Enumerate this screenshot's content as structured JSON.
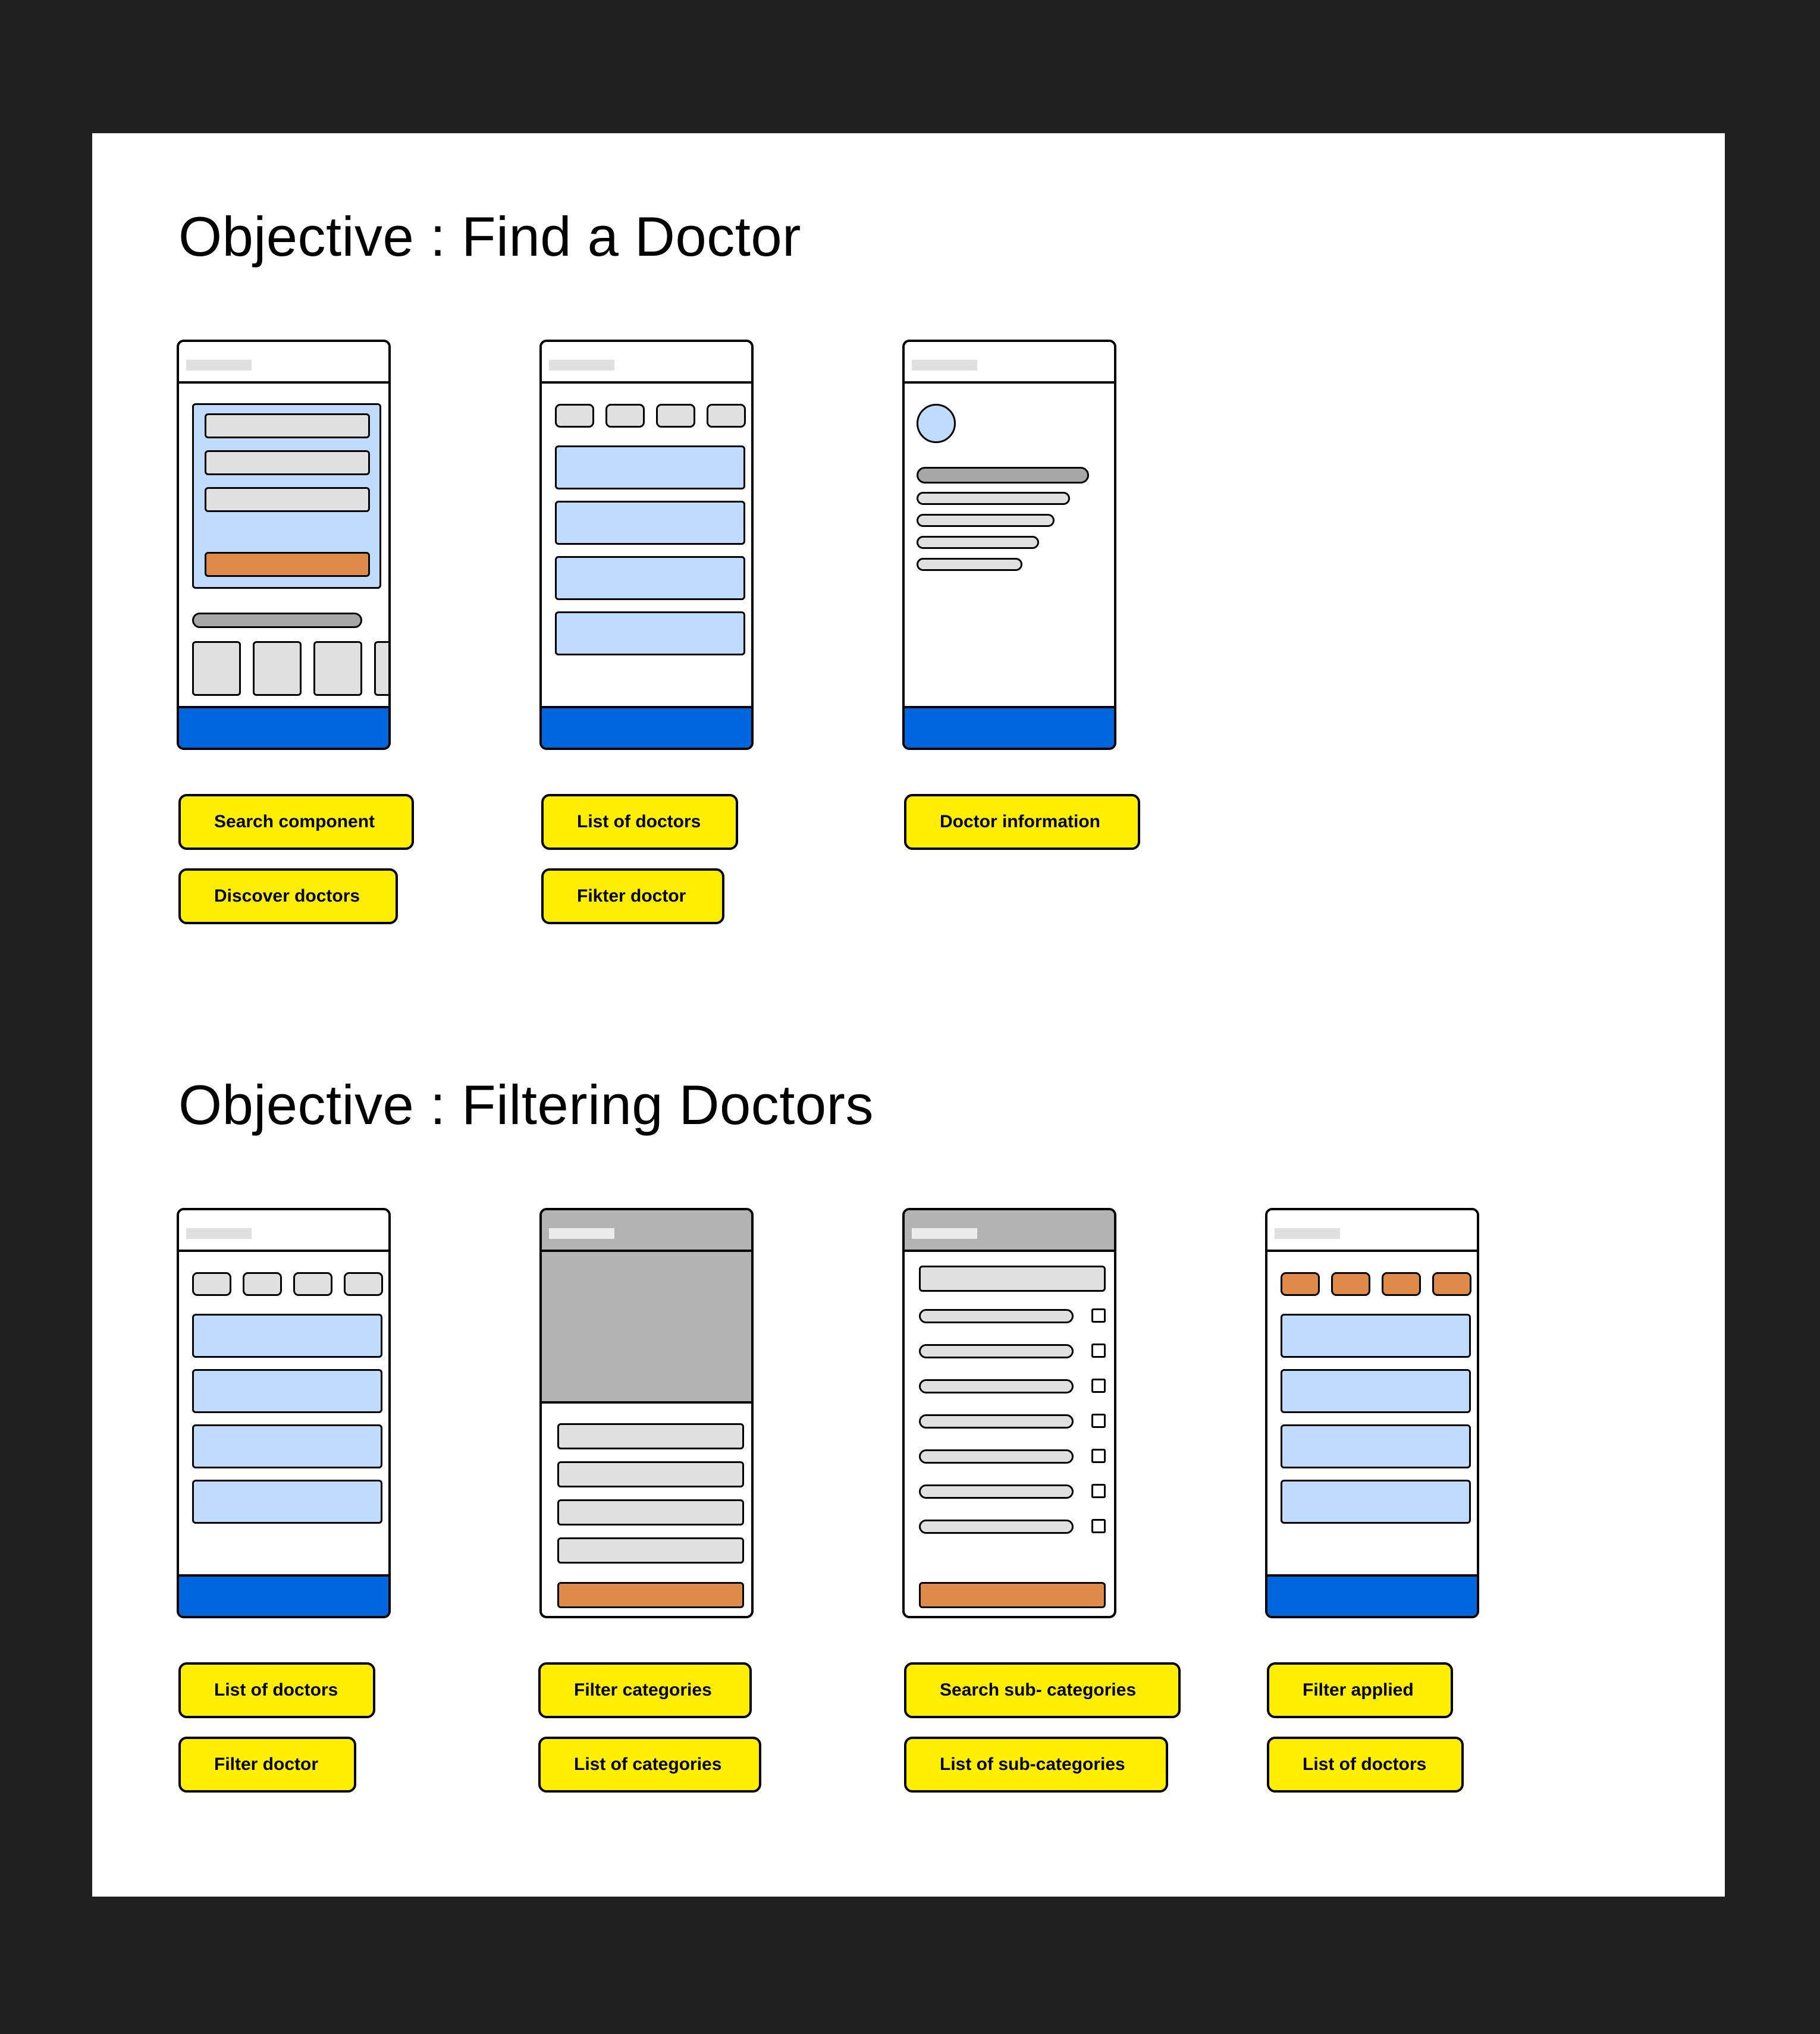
{
  "sections": [
    {
      "title": "Objective : Find a Doctor"
    },
    {
      "title": "Objective : Filtering Doctors"
    }
  ],
  "labels": {
    "find_doctor": [
      [
        "Search component",
        "Discover doctors"
      ],
      [
        "List of doctors",
        "Fikter doctor"
      ],
      [
        "Doctor information"
      ]
    ],
    "filtering": [
      [
        "List of doctors",
        "Filter doctor"
      ],
      [
        "Filter categories",
        "List of categories"
      ],
      [
        "Search sub- categories",
        "List of sub-categories"
      ],
      [
        "Filter applied",
        "List of doctors"
      ]
    ]
  },
  "colors": {
    "background": "#1f1f1f",
    "canvas": "#ffffff",
    "label_fill": "#ffee00",
    "nav_bar": "#0066e0",
    "card_blue": "#bfdcff",
    "accent_orange": "#e08a4a",
    "placeholder_gray": "#e0e0e0"
  }
}
